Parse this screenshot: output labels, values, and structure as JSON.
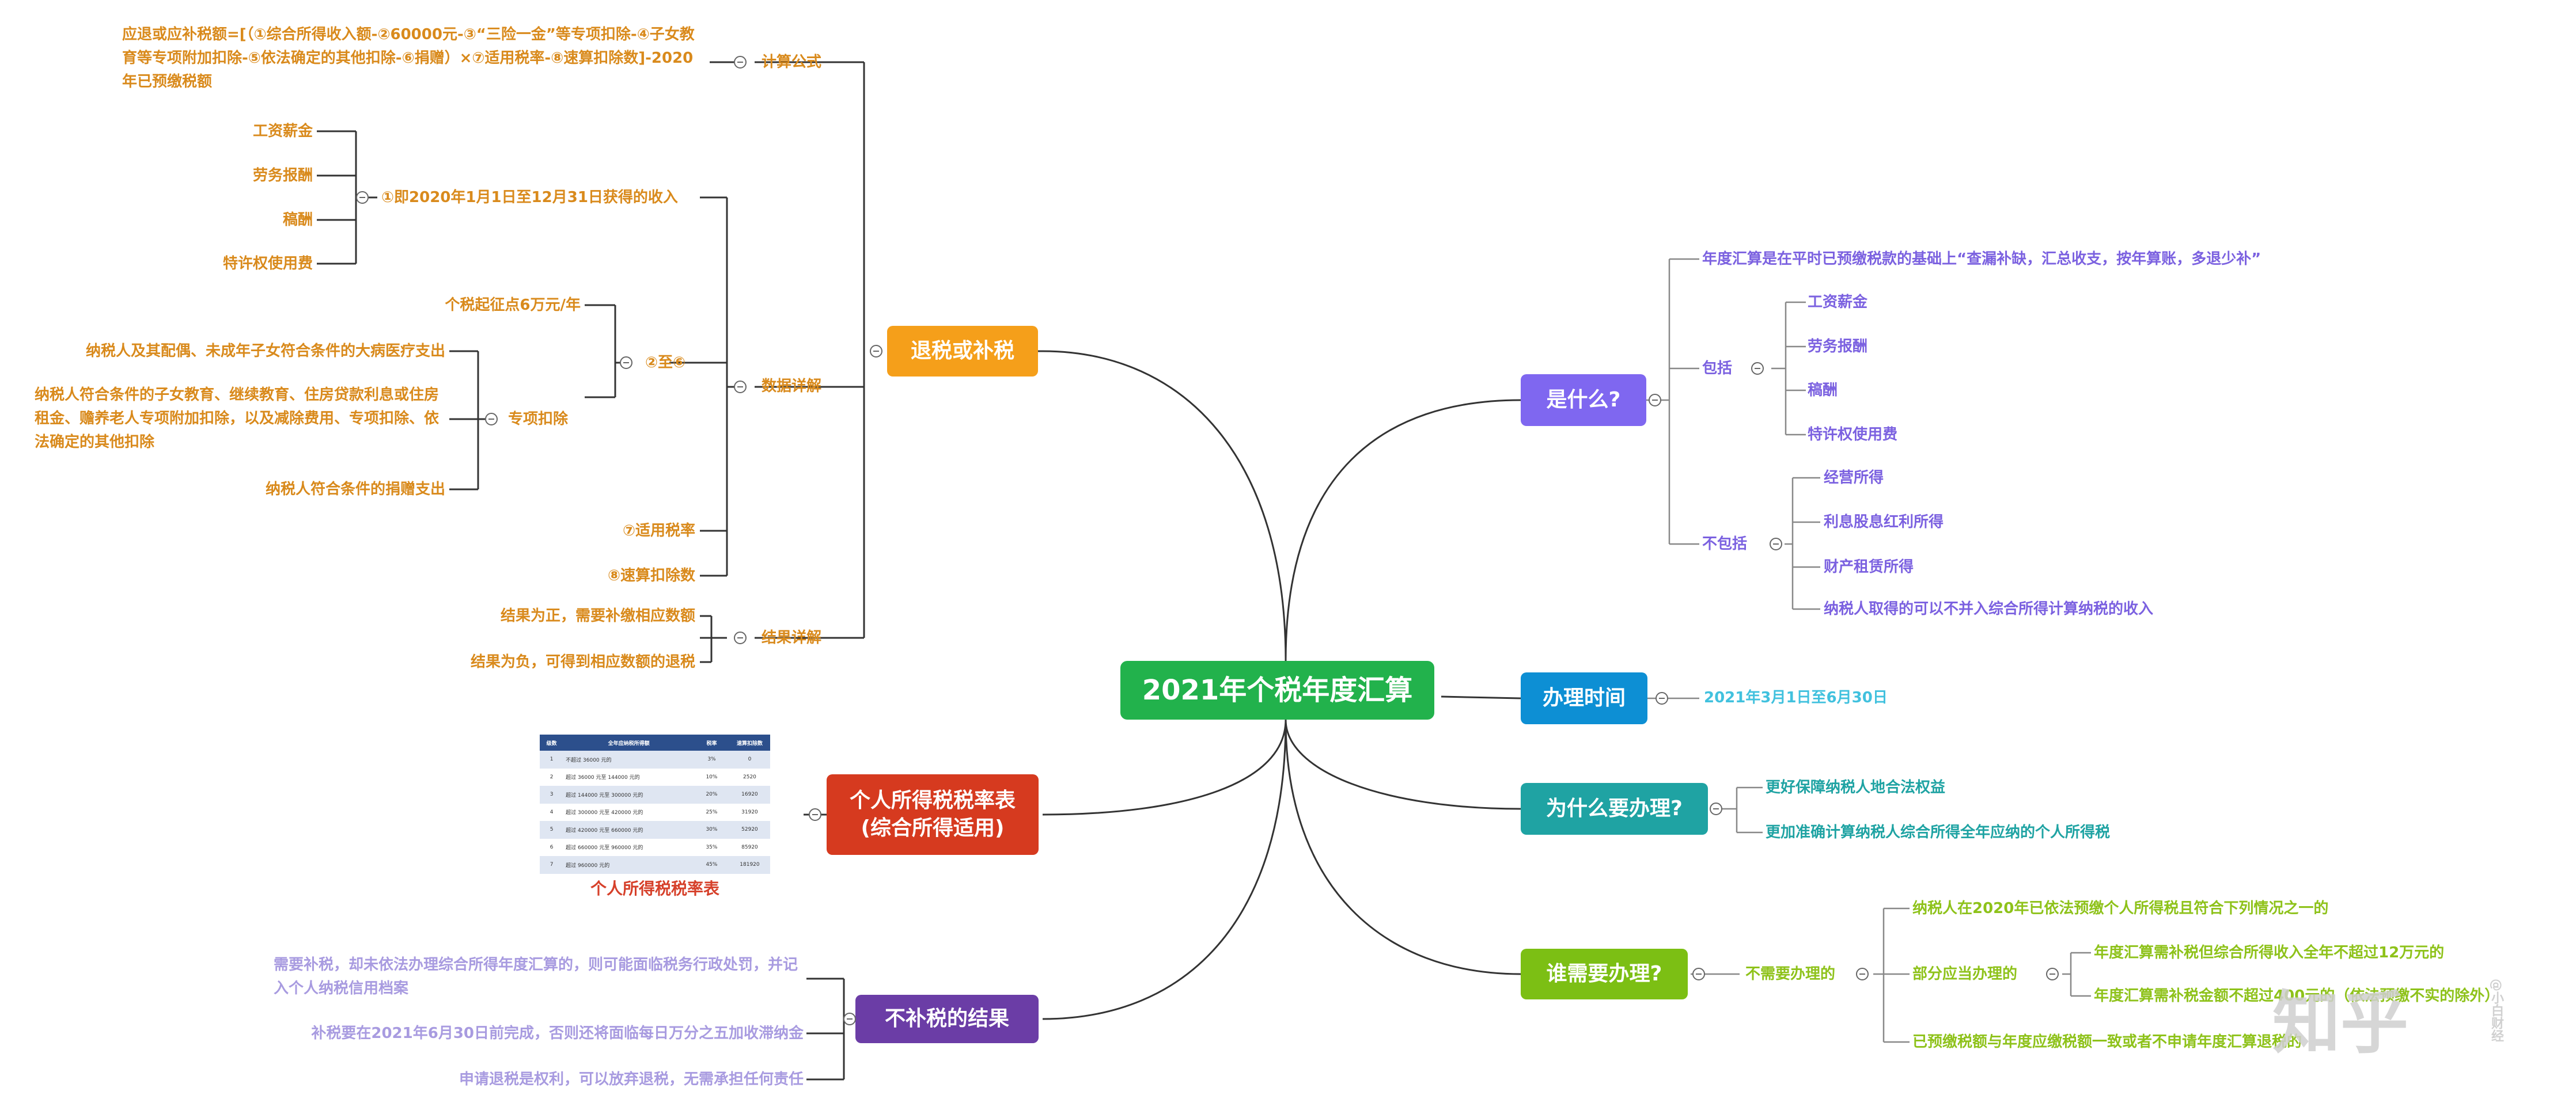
{
  "center": "2021年个税年度汇算",
  "colors": {
    "center": "#22b24c",
    "refund": "#f59f1a",
    "what": "#7f67f0",
    "time": "#0d8fd4",
    "why": "#1fa3a3",
    "who": "#7cbf14",
    "rate_table": "#d63a1f",
    "no_pay": "#6b3da6"
  },
  "left": {
    "refund": {
      "label": "退税或补税",
      "formula": {
        "label": "计算公式",
        "text": "应退或应补税额=[（①综合所得收入额-②60000元-③“三险一金”等专项扣除-④子女教育等专项附加扣除-⑤依法确定的其他扣除-⑥捐赠）×⑦适用税率-⑧速算扣除数]-2020年已预缴税额"
      },
      "data_detail": {
        "label": "数据详解",
        "income": {
          "label": "①即2020年1月1日至12月31日获得的收入",
          "items": [
            "工资薪金",
            "劳务报酬",
            "稿酬",
            "特许权使用费"
          ]
        },
        "deduct": {
          "label": "②至⑥",
          "threshold": "个税起征点6万元/年",
          "special": {
            "label": "专项扣除",
            "items": [
              "纳税人及其配偶、未成年子女符合条件的大病医疗支出",
              "纳税人符合条件的子女教育、继续教育、住房贷款利息或住房租金、赡养老人专项附加扣除，以及减除费用、专项扣除、依法确定的其他扣除",
              "纳税人符合条件的捐赠支出"
            ]
          }
        },
        "rate": "⑦适用税率",
        "quick": "⑧速算扣除数"
      },
      "result": {
        "label": "结果详解",
        "items": [
          "结果为正，需要补缴相应数额",
          "结果为负，可得到相应数额的退税"
        ]
      }
    },
    "rate_table": {
      "label_line1": "个人所得税税率表",
      "label_line2": "(综合所得适用)",
      "caption": "个人所得税税率表",
      "headers": [
        "级数",
        "全年应纳税所得额",
        "税率",
        "速算扣除数"
      ],
      "rows": [
        [
          "1",
          "不超过 36000 元的",
          "3%",
          "0"
        ],
        [
          "2",
          "超过 36000 元至 144000 元的",
          "10%",
          "2520"
        ],
        [
          "3",
          "超过 144000 元至 300000 元的",
          "20%",
          "16920"
        ],
        [
          "4",
          "超过 300000 元至 420000 元的",
          "25%",
          "31920"
        ],
        [
          "5",
          "超过 420000 元至 660000 元的",
          "30%",
          "52920"
        ],
        [
          "6",
          "超过 660000 元至 960000 元的",
          "35%",
          "85920"
        ],
        [
          "7",
          "超过 960000 元的",
          "45%",
          "181920"
        ]
      ]
    },
    "no_pay": {
      "label": "不补税的结果",
      "items": [
        "需要补税，却未依法办理综合所得年度汇算的，则可能面临税务行政处罚，并记入个人纳税信用档案",
        "补税要在2021年6月30日前完成，否则还将面临每日万分之五加收滞纳金",
        "申请退税是权利，可以放弃退税，无需承担任何责任"
      ]
    }
  },
  "right": {
    "what": {
      "label": "是什么?",
      "definition": "年度汇算是在平时已预缴税款的基础上“查漏补缺，汇总收支，按年算账，多退少补”",
      "include": {
        "label": "包括",
        "items": [
          "工资薪金",
          "劳务报酬",
          "稿酬",
          "特许权使用费"
        ]
      },
      "exclude": {
        "label": "不包括",
        "items": [
          "经营所得",
          "利息股息红利所得",
          "财产租赁所得",
          "纳税人取得的可以不并入综合所得计算纳税的收入"
        ]
      }
    },
    "time": {
      "label": "办理时间",
      "value": "2021年3月1日至6月30日"
    },
    "why": {
      "label": "为什么要办理?",
      "items": [
        "更好保障纳税人地合法权益",
        "更加准确计算纳税人综合所得全年应纳的个人所得税"
      ]
    },
    "who": {
      "label": "谁需要办理?",
      "not_needed": {
        "label": "不需要办理的",
        "item1": "纳税人在2020年已依法预缴个人所得税且符合下列情况之一的",
        "partial": {
          "label": "部分应当办理的",
          "items": [
            "年度汇算需补税但综合所得收入全年不超过12万元的",
            "年度汇算需补税金额不超过400元的（依法预缴不实的除外）"
          ]
        },
        "item3": "已预缴税额与年度应缴税额一致或者不申请年度汇算退税的"
      }
    }
  },
  "watermark": {
    "logo": "知乎",
    "side": "@小白财经"
  }
}
